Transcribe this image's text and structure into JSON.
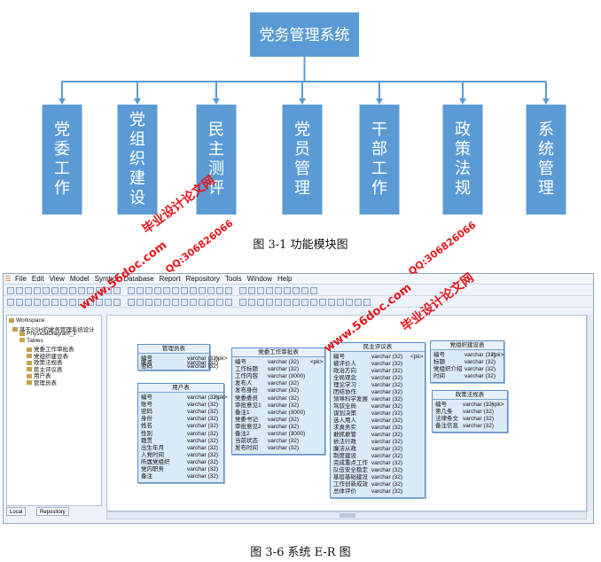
{
  "module_chart": {
    "root": "党务管理系统",
    "children": [
      "党委工作",
      "党组织建设",
      "民主测评",
      "党员管理",
      "干部工作",
      "政策法规",
      "系统管理"
    ],
    "colors": {
      "box": "#5b9bd5",
      "line": "#5b9bd5",
      "text": "#ffffff"
    }
  },
  "captions": {
    "fig1": "图 3-1 功能模块图",
    "fig2": "图 3-6 系统 E-R 图"
  },
  "menubar": [
    "File",
    "Edit",
    "View",
    "Model",
    "Symbol",
    "Database",
    "Report",
    "Repository",
    "Tools",
    "Window",
    "Help"
  ],
  "workspace": {
    "root": "Workspace",
    "project": "基于SSH的党务管理系统设计",
    "diagram": "PhysicalDiagram_1",
    "folder": "Tables",
    "tables": [
      "党委工作审批表",
      "党组织建设表",
      "政策法规表",
      "民主评议表",
      "用户表",
      "管理员表"
    ],
    "tabs": [
      "Local",
      "Repository"
    ]
  },
  "entities": [
    {
      "title": "管理员表",
      "fields": [
        [
          "编号",
          "varchar (32)",
          "<pk>"
        ],
        [
          "账号",
          "varchar (32)",
          ""
        ],
        [
          "密码",
          "varchar (32)",
          ""
        ]
      ]
    },
    {
      "title": "用户表",
      "fields": [
        [
          "编号",
          "varchar (32)",
          "<pk>"
        ],
        [
          "账号",
          "varchar (32)",
          ""
        ],
        [
          "密码",
          "varchar (32)",
          ""
        ],
        [
          "身份",
          "varchar (32)",
          ""
        ],
        [
          "姓名",
          "varchar (32)",
          ""
        ],
        [
          "性别",
          "varchar (32)",
          ""
        ],
        [
          "籍贯",
          "varchar (32)",
          ""
        ],
        [
          "出生年月",
          "varchar (32)",
          ""
        ],
        [
          "入党时间",
          "varchar (32)",
          ""
        ],
        [
          "所属党组织",
          "varchar (32)",
          ""
        ],
        [
          "党内职务",
          "varchar (32)",
          ""
        ],
        [
          "备注",
          "varchar (32)",
          ""
        ]
      ]
    },
    {
      "title": "党委工作审批表",
      "fields": [
        [
          "编号",
          "varchar (32)",
          "<pk>"
        ],
        [
          "工作标题",
          "varchar (32)",
          ""
        ],
        [
          "工作内容",
          "varchar (3000)",
          ""
        ],
        [
          "发布人",
          "varchar (32)",
          ""
        ],
        [
          "发布身份",
          "varchar (32)",
          ""
        ],
        [
          "党委委员",
          "varchar (32)",
          ""
        ],
        [
          "审批意见1",
          "varchar (32)",
          ""
        ],
        [
          "备注1",
          "varchar (3000)",
          ""
        ],
        [
          "党委书记",
          "varchar (32)",
          ""
        ],
        [
          "审批意见2",
          "varchar (32)",
          ""
        ],
        [
          "备注2",
          "varchar (3000)",
          ""
        ],
        [
          "当前状态",
          "varchar (32)",
          ""
        ],
        [
          "发布时间",
          "varchar (32)",
          ""
        ]
      ]
    },
    {
      "title": "民主评议表",
      "fields": [
        [
          "编号",
          "varchar (32)",
          "<pk>"
        ],
        [
          "被评价人",
          "varchar (32)",
          ""
        ],
        [
          "政治方向",
          "varchar (32)",
          ""
        ],
        [
          "全局观念",
          "varchar (32)",
          ""
        ],
        [
          "理论学习",
          "varchar (32)",
          ""
        ],
        [
          "团结协作",
          "varchar (32)",
          ""
        ],
        [
          "领导科学发展",
          "varchar (32)",
          ""
        ],
        [
          "驾驭全局",
          "varchar (32)",
          ""
        ],
        [
          "谋划决策",
          "varchar (32)",
          ""
        ],
        [
          "选人用人",
          "varchar (32)",
          ""
        ],
        [
          "求真务实",
          "varchar (32)",
          ""
        ],
        [
          "敢抓敢管",
          "varchar (32)",
          ""
        ],
        [
          "依法行政",
          "varchar (32)",
          ""
        ],
        [
          "廉洁从政",
          "varchar (32)",
          ""
        ],
        [
          "制度建设",
          "varchar (32)",
          ""
        ],
        [
          "完成重点工作",
          "varchar (32)",
          ""
        ],
        [
          "队伍安全稳定",
          "varchar (32)",
          ""
        ],
        [
          "基层基础建设",
          "varchar (32)",
          ""
        ],
        [
          "工作创新成效",
          "varchar (32)",
          ""
        ],
        [
          "总体评价",
          "varchar (32)",
          ""
        ]
      ]
    },
    {
      "title": "党组织建设表",
      "fields": [
        [
          "编号",
          "varchar (32)",
          "<pk>"
        ],
        [
          "标题",
          "varchar (32)",
          ""
        ],
        [
          "党组织介绍",
          "varchar (32)",
          ""
        ],
        [
          "时间",
          "varchar (32)",
          ""
        ]
      ]
    },
    {
      "title": "政策法规表",
      "fields": [
        [
          "编号",
          "varchar (32)",
          "<pk>"
        ],
        [
          "第几条",
          "varchar (32)",
          ""
        ],
        [
          "法律条文",
          "varchar (32)",
          ""
        ],
        [
          "备注信息",
          "varchar (32)",
          ""
        ]
      ]
    }
  ],
  "watermarks": {
    "site_name": "毕业设计论文网",
    "qq": "QQ:306826066",
    "url": "www.56doc.com",
    "color": "#e5171d"
  }
}
